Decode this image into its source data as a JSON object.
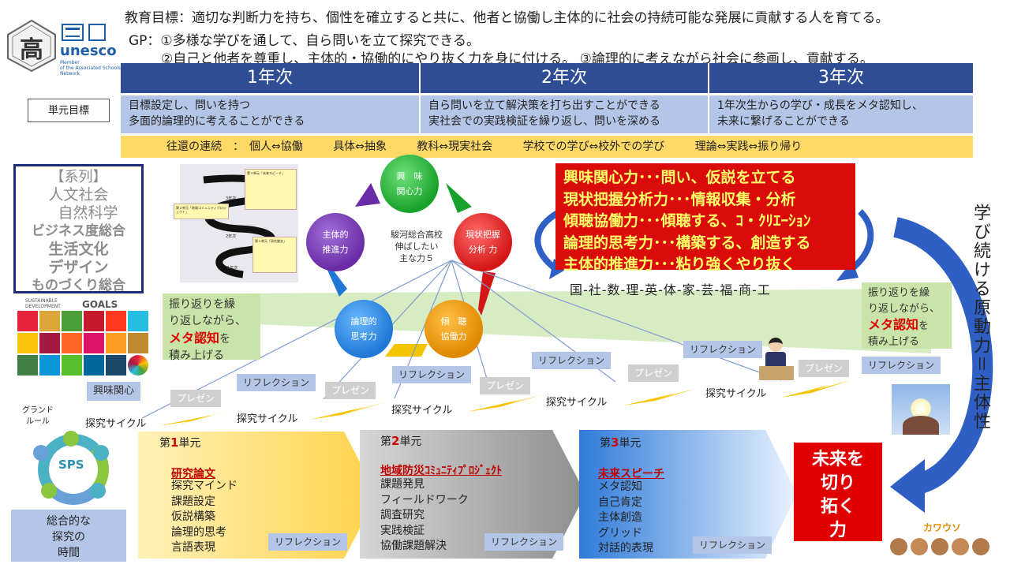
{
  "header": {
    "goal": "教育目標：適切な判断力を持ち、個性を確立すると共に、他者と協働し主体的に社会の持続可能な発展に貢献する人を育てる。",
    "gp1": "GP：①多様な学びを通して、自ら問いを立て探究できる。",
    "gp2": "②自己と他者を尊重し、主体的・協働的にやり抜く力を身に付ける。 ③論理的に考えながら社会に参画し、貢献する。"
  },
  "logo": {
    "school_mark": "高",
    "unesco": "unesco",
    "unesco_sub1": "Member",
    "unesco_sub2": "of the Associated Schools",
    "unesco_sub3": "Network"
  },
  "years": [
    {
      "label": "1年次",
      "goal1": "目標設定し、問いを持つ",
      "goal2": "多面的論理的に考えることができる"
    },
    {
      "label": "2年次",
      "goal1": "自ら問いを立て解決策を打ち出すことができる",
      "goal2": "実社会での実践検証を繰り返し、問いを深める"
    },
    {
      "label": "3年次",
      "goal1": "1年次生からの学び・成長をメタ認知し、",
      "goal2": "未来に繋げることができる"
    }
  ],
  "unit_goal_label": "単元目標",
  "band": {
    "items": [
      "往還の連続　：　個人⇔協働",
      "具体⇔抽象",
      "教科⇔現実社会",
      "学校での学び⇔校外での学び",
      "理論⇔実践⇔振り帰り"
    ]
  },
  "series": {
    "title": "【系列】",
    "items": [
      "人文社会",
      "自然科学",
      "ビジネス度総合",
      "生活文化",
      "デザイン",
      "ものづくり総合"
    ]
  },
  "sdgs": {
    "title1": "SUSTAINABLE",
    "title2": "DEVELOPMENT",
    "goals": "GOALS"
  },
  "circles": {
    "interest": [
      "興　味",
      "関心力"
    ],
    "grasp": [
      "現状把握",
      "分析 力"
    ],
    "initiative": [
      "主体的",
      "推進力"
    ],
    "logic": [
      "論理的",
      "思考力"
    ],
    "listen": [
      "傾　聴",
      "協働力"
    ],
    "center": [
      "駿河総合高校",
      "伸ばしたい",
      "主な力５"
    ]
  },
  "spiral": {
    "unit3": "第３単元「未来スピーチ」",
    "unit2": "第２単元「地域コミュニティプロジェクト」",
    "unit1": "第１単元「研究論文」",
    "y3": "3年次",
    "y2": "2年次",
    "y1": "1年次"
  },
  "red_panel": {
    "lines": [
      "興味関心力･･･問い、仮説を立てる",
      "現状把握分析力･･･情報収集・分析",
      "傾聴協働力･･･傾聴する、ｺ・ｸﾘｴｰｼｮﾝ",
      "論理的思考力･･･構築する、創造する",
      "主体的推進力･･･粘り強くやり抜く"
    ]
  },
  "subjects": "国‐社‐数‐理‐英‐体‐家‐芸‐福‐商‐工",
  "meta_left": {
    "l1": "振り返りを繰",
    "l2": "り返しながら、",
    "em": "メタ認知",
    "l3": "を",
    "l4": "積み上げる"
  },
  "meta_right": {
    "l1": "振り返りを繰",
    "l2": "り返しながら、",
    "em": "メタ認知",
    "l3": "を",
    "l4": "積み上げる"
  },
  "vertical_text": "学び続ける原動力＝主体性",
  "reflection": "リフレクション",
  "presen": "プレゼン",
  "cycle": "探究サイクル",
  "kyomi": "興味関心",
  "grand_rule": [
    "グランド",
    "ルール"
  ],
  "sps": "SPS",
  "sogo": [
    "総合的な",
    "探究の",
    "時間"
  ],
  "units": [
    {
      "pre": "第",
      "num": "1",
      "post": "単元",
      "main": "研究論文",
      "items": [
        "探究マインド",
        "課題設定",
        "仮説構築",
        "論理的思考",
        "言語表現"
      ]
    },
    {
      "pre": "第",
      "num": "2",
      "post": "単元",
      "main": "地域防災ｺﾐｭﾆﾃｨﾌﾟﾛｼﾞｪｸﾄ",
      "items": [
        "課題発見",
        "フィールドワーク",
        "調査研究",
        "実践検証",
        "協働課題解決"
      ]
    },
    {
      "pre": "第",
      "num": "3",
      "post": "単元",
      "main": "未来スピーチ",
      "items": [
        "メタ認知",
        "自己肯定",
        "主体創造",
        "グリッド",
        "対話的表現"
      ]
    }
  ],
  "future": [
    "未来を",
    "切り",
    "拓く",
    "力"
  ],
  "mascot": "カワウソ",
  "colors": {
    "navy": "#2f4d95",
    "light_blue": "#b4c6e7",
    "yellow": "#ffd966",
    "red": "#d90b0b",
    "green_band": "#d8ecc4",
    "arrow_blue": "#2f5fc4"
  }
}
